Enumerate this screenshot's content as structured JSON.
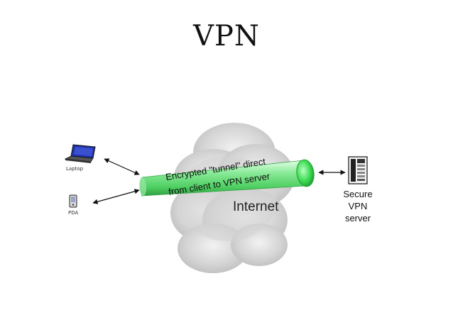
{
  "slide": {
    "title": "VPN"
  },
  "diagram": {
    "laptop_label": "Laptop",
    "pda_label": "PDA",
    "tunnel_line1": "Encrypted \"tunnel\" direct",
    "tunnel_line2": "from client to VPN server",
    "internet_label": "Internet",
    "server_label_lines": [
      "Secure",
      "VPN",
      "server"
    ],
    "icons": {
      "laptop": "laptop-icon",
      "pda": "pda-icon",
      "server": "server-rack-icon",
      "cloud": "internet-cloud-icon"
    },
    "colors": {
      "tunnel": "#63e07a",
      "tunnel_end": "#3ad94e",
      "cloud": "#c9c9c9",
      "laptop_screen": "#2233aa"
    }
  }
}
